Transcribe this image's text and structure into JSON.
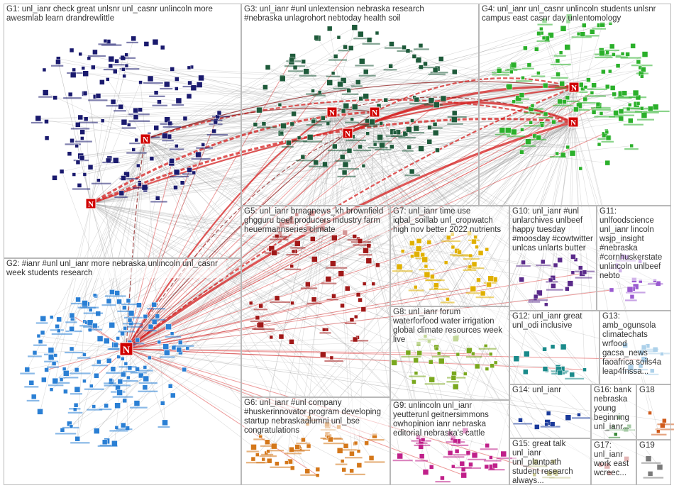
{
  "title": "",
  "colors": {
    "background": "#ffffff",
    "box_border": "#b8b8b8",
    "label_text": "#333333",
    "edge_grey": "#9a9a9a",
    "edge_red": "#d62020",
    "edge_dark_red": "#8b1a1a",
    "hub_red": "#d00000"
  },
  "groups": [
    {
      "id": "G1",
      "label": "G1: unl_ianr check great unlsnr unl_casnr unlincoln more awesmlab learn drandrewlittle",
      "node_color": "#1a1a6e"
    },
    {
      "id": "G2",
      "label": "G2: #ianr #unl unl_ianr more nebraska unlincoln unl_casnr week students research",
      "node_color": "#2a7fd4"
    },
    {
      "id": "G3",
      "label": "G3: unl_ianr #unl unlextension nebraska research #nebraska unlagrohort nebtoday health soil",
      "node_color": "#1e5a3a"
    },
    {
      "id": "G4",
      "label": "G4: unl_ianr unl_casnr unlincoln students unlsnr campus east casnr day unlentomology",
      "node_color": "#2bb02b"
    },
    {
      "id": "G5",
      "label": "G5: unl_ianr brnagnews_kh brownfield ghgguru beef producers industry farm heuermannseries climate",
      "node_color": "#a01818"
    },
    {
      "id": "G6",
      "label": "G6: unl_ianr #unl company #huskerinnovator program developing startup nebraskaalumni unl_bse congratulations",
      "node_color": "#d4771a"
    },
    {
      "id": "G7",
      "label": "G7: unl_ianr time use iqbal_soillab unl_cropwatch high nov better 2022 nutrients",
      "node_color": "#e0b000"
    },
    {
      "id": "G8",
      "label": "G8: unl_ianr forum waterforfood water irrigation global climate resources week live",
      "node_color": "#7aa81e"
    },
    {
      "id": "G9",
      "label": "G9: unlincoln unl_ianr yeutterunl geitnersimmons owhopinion ianr nebraska editorial nebraska's cattle",
      "node_color": "#c0208a"
    },
    {
      "id": "G10",
      "label": "G10: unl_ianr #unl unlarchives unlbeef happy tuesday #moosday #cowtwitter unlcas unlarts butter",
      "node_color": "#5a2a8a"
    },
    {
      "id": "G11",
      "label": "G11: unlfoodscience unl_ianr lincoln wsjp_insight #nebraska #cornhuskerstate unlincoln unlbeef nebto",
      "node_color": "#9a5ad0"
    },
    {
      "id": "G12",
      "label": "G12: unl_ianr great unl_odi inclusive",
      "node_color": "#1a8a8a"
    },
    {
      "id": "G13",
      "label": "G13: amb_ogunsola climatechats wrfood gacsa_news faoafrica soils4a leap4fnssa...",
      "node_color": "#4a9ad0"
    },
    {
      "id": "G14",
      "label": "G14: unl_ianr",
      "node_color": "#1a3a9a"
    },
    {
      "id": "G15",
      "label": "G15: great talk unl_ianr unl_plantpath student research always...",
      "node_color": "#8a8a1a"
    },
    {
      "id": "G16",
      "label": "G16: bank nebraska young beginning unl_ianr...",
      "node_color": "#3a8a3a"
    },
    {
      "id": "G17",
      "label": "G17: unl_ianr work east wcreec...",
      "node_color": "#c05a5a"
    },
    {
      "id": "G18",
      "label": "G18",
      "node_color": "#d05a1a"
    },
    {
      "id": "G19",
      "label": "G19",
      "node_color": "#7a7a7a"
    }
  ]
}
